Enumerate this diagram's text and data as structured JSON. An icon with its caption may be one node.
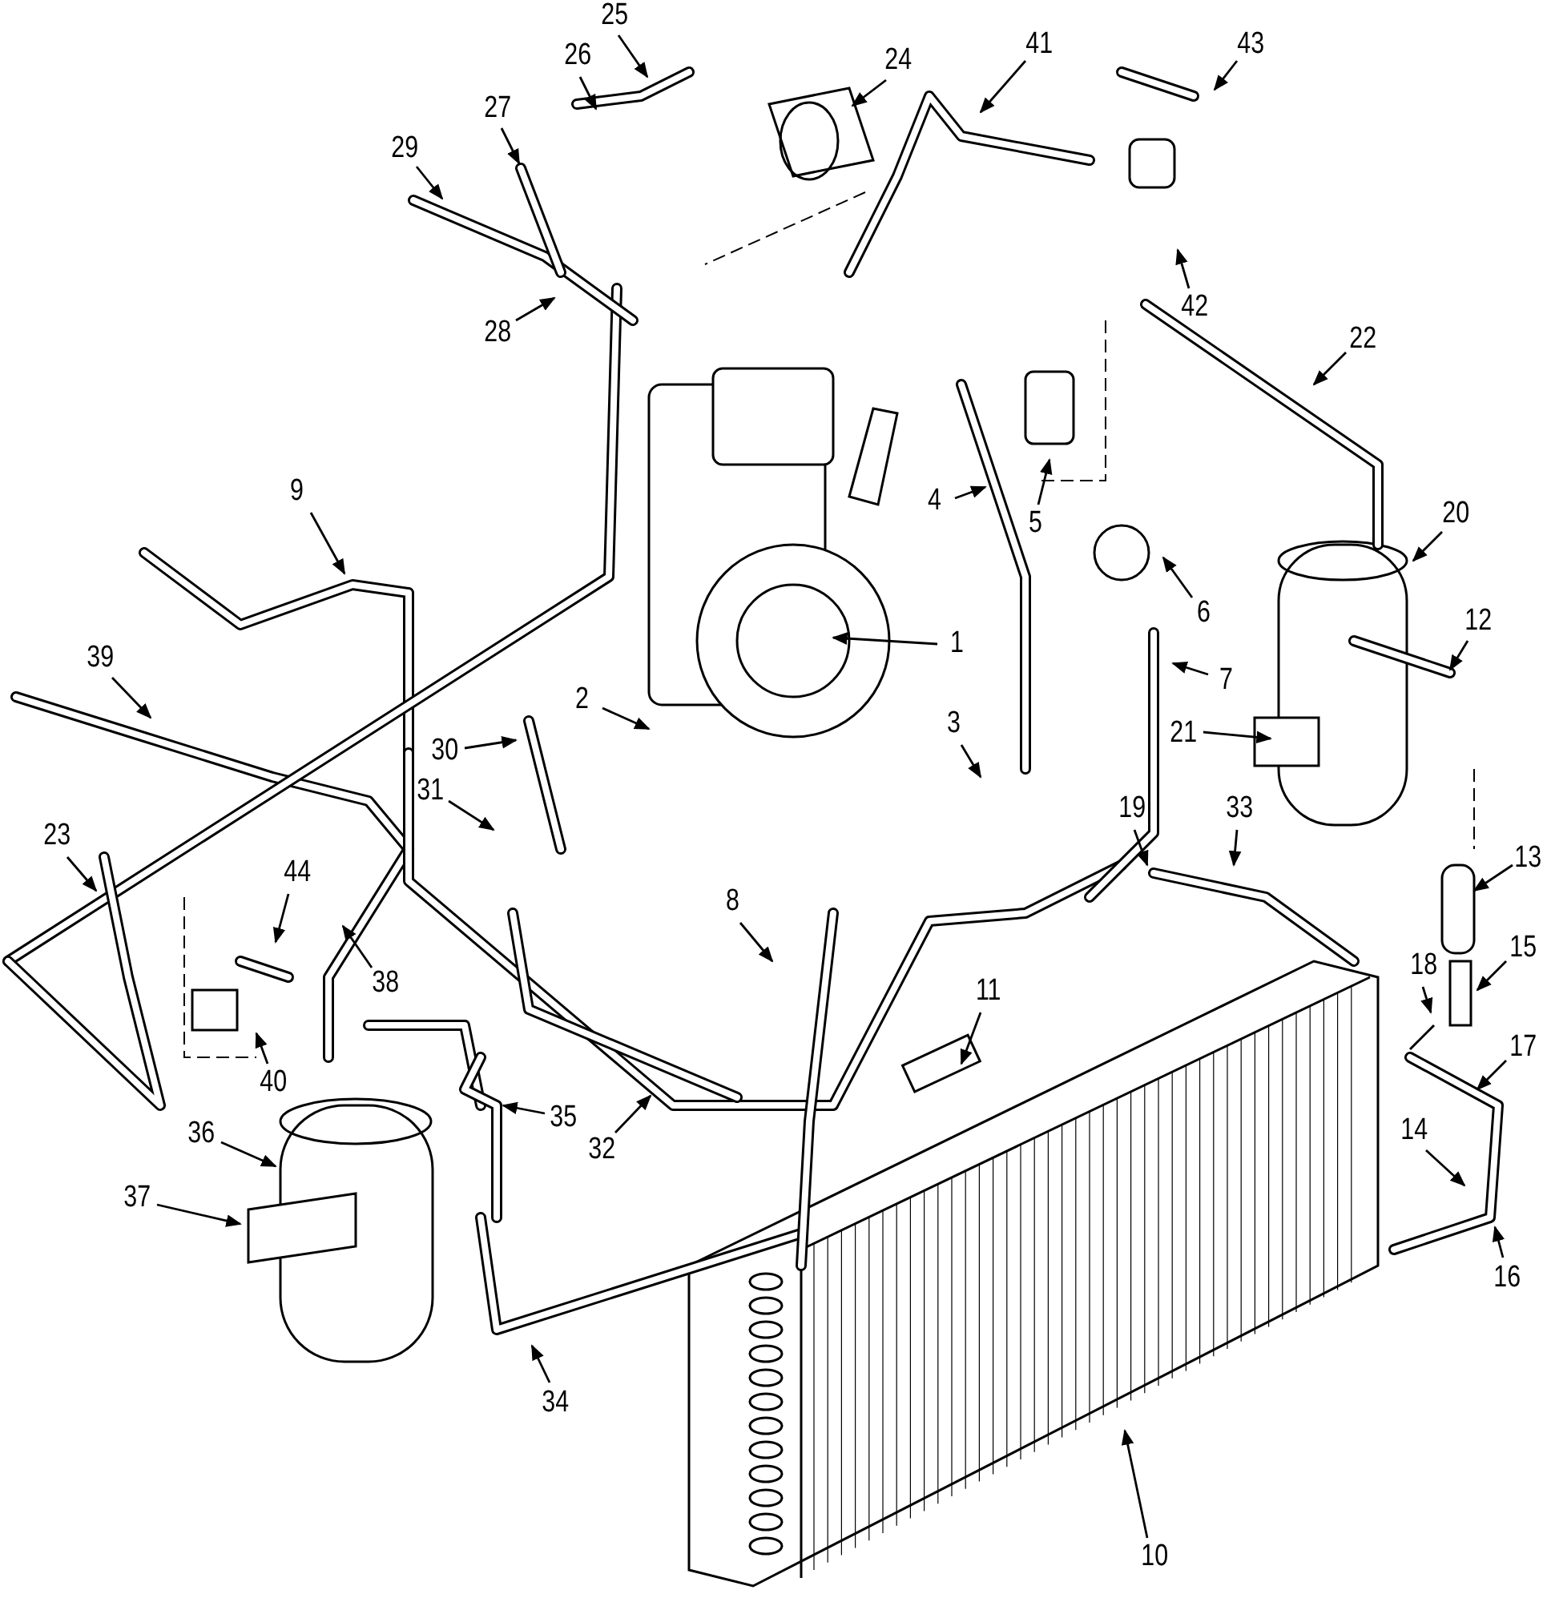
{
  "diagram": {
    "nodes": [
      {
        "text": [
          "1"
        ]
      },
      {
        "text": [
          "2"
        ]
      },
      {
        "text": [
          "3"
        ]
      },
      {
        "text": [
          "4"
        ]
      },
      {
        "text": [
          "5"
        ]
      },
      {
        "text": [
          "6"
        ]
      },
      {
        "text": [
          "7"
        ]
      },
      {
        "text": [
          "8"
        ]
      },
      {
        "text": [
          "9"
        ]
      },
      {
        "text": [
          "10"
        ]
      },
      {
        "text": [
          "11"
        ]
      },
      {
        "text": [
          "12"
        ]
      },
      {
        "text": [
          "13"
        ]
      },
      {
        "text": [
          "14"
        ]
      },
      {
        "text": [
          "15"
        ]
      },
      {
        "text": [
          "16"
        ]
      },
      {
        "text": [
          "17"
        ]
      },
      {
        "text": [
          "18"
        ]
      },
      {
        "text": [
          "19"
        ]
      },
      {
        "text": [
          "20"
        ]
      },
      {
        "text": [
          "21"
        ]
      },
      {
        "text": [
          "22"
        ]
      },
      {
        "text": [
          "23"
        ]
      },
      {
        "text": [
          "24"
        ]
      },
      {
        "text": [
          "25"
        ]
      },
      {
        "text": [
          "26"
        ]
      },
      {
        "text": [
          "27"
        ]
      },
      {
        "text": [
          "28"
        ]
      },
      {
        "text": [
          "29"
        ]
      },
      {
        "text": [
          "30"
        ]
      },
      {
        "text": [
          "31"
        ]
      },
      {
        "text": [
          "32"
        ]
      },
      {
        "text": [
          "33"
        ]
      },
      {
        "text": [
          "34"
        ]
      },
      {
        "text": [
          "35"
        ]
      },
      {
        "text": [
          "36"
        ]
      },
      {
        "text": [
          "37"
        ]
      },
      {
        "text": [
          "38"
        ]
      },
      {
        "text": [
          "39"
        ]
      },
      {
        "text": [
          "40"
        ]
      },
      {
        "text": [
          "41"
        ]
      },
      {
        "text": [
          "42"
        ]
      },
      {
        "text": [
          "43"
        ]
      },
      {
        "text": [
          "44"
        ]
      }
    ],
    "edges": [
      {
        "from": 0,
        "to": null,
        "arrow": "to"
      },
      {
        "from": 1,
        "to": null,
        "arrow": "to"
      },
      {
        "from": 2,
        "to": null,
        "arrow": "to"
      },
      {
        "from": 3,
        "to": null,
        "arrow": "to"
      },
      {
        "from": 4,
        "to": null,
        "arrow": "to"
      },
      {
        "from": 5,
        "to": null,
        "arrow": "to"
      },
      {
        "from": 6,
        "to": null,
        "arrow": "to"
      },
      {
        "from": 7,
        "to": null,
        "arrow": "to"
      },
      {
        "from": 8,
        "to": null,
        "arrow": "to"
      },
      {
        "from": 9,
        "to": null,
        "arrow": "to"
      },
      {
        "from": 10,
        "to": null,
        "arrow": "to"
      },
      {
        "from": 11,
        "to": null,
        "arrow": "to"
      },
      {
        "from": 12,
        "to": null,
        "arrow": "to"
      },
      {
        "from": 13,
        "to": null,
        "arrow": "to"
      },
      {
        "from": 14,
        "to": null,
        "arrow": "to"
      },
      {
        "from": 15,
        "to": null,
        "arrow": "to"
      },
      {
        "from": 16,
        "to": null,
        "arrow": "to"
      },
      {
        "from": 17,
        "to": null,
        "arrow": "to"
      },
      {
        "from": 18,
        "to": null,
        "arrow": "to"
      },
      {
        "from": 19,
        "to": null,
        "arrow": "to"
      },
      {
        "from": 20,
        "to": null,
        "arrow": "to"
      },
      {
        "from": 21,
        "to": null,
        "arrow": "to"
      },
      {
        "from": 22,
        "to": null,
        "arrow": "to"
      },
      {
        "from": 23,
        "to": null,
        "arrow": "to"
      },
      {
        "from": 24,
        "to": null,
        "arrow": "to"
      },
      {
        "from": 25,
        "to": null,
        "arrow": "to"
      },
      {
        "from": 26,
        "to": null,
        "arrow": "to"
      },
      {
        "from": 27,
        "to": null,
        "arrow": "to"
      },
      {
        "from": 28,
        "to": null,
        "arrow": "to"
      },
      {
        "from": 29,
        "to": null,
        "arrow": "to"
      },
      {
        "from": 30,
        "to": null,
        "arrow": "to"
      },
      {
        "from": 31,
        "to": null,
        "arrow": "to"
      },
      {
        "from": 32,
        "to": null,
        "arrow": "to"
      },
      {
        "from": 33,
        "to": null,
        "arrow": "to"
      },
      {
        "from": 34,
        "to": null,
        "arrow": "to"
      },
      {
        "from": 35,
        "to": null,
        "arrow": "to"
      },
      {
        "from": 36,
        "to": null,
        "arrow": "to"
      },
      {
        "from": 37,
        "to": null,
        "arrow": "to"
      },
      {
        "from": 38,
        "to": null,
        "arrow": "to"
      },
      {
        "from": 39,
        "to": null,
        "arrow": "to"
      },
      {
        "from": 40,
        "to": null,
        "arrow": "to"
      },
      {
        "from": 41,
        "to": null,
        "arrow": "to"
      },
      {
        "from": 42,
        "to": null,
        "arrow": "to"
      },
      {
        "from": 43,
        "to": null,
        "arrow": "to"
      }
    ]
  }
}
